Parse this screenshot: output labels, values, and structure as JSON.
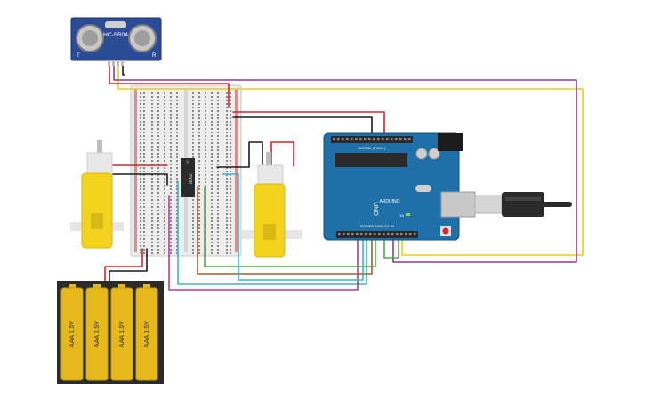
{
  "sensor": {
    "label": "HC-SR04",
    "pin_t": "T",
    "pin_r": "R"
  },
  "driver_chip": {
    "label": "L293D"
  },
  "arduino": {
    "brand": "ARDUINO",
    "model": "UNO",
    "header_top": "DIGITAL (PWM~)",
    "header_bottom": "POWER  ANALOG IN",
    "led_label": "ON"
  },
  "battery": {
    "cells": [
      {
        "label": "AAA 1.5V"
      },
      {
        "label": "AAA 1.5V"
      },
      {
        "label": "AAA 1.5V"
      },
      {
        "label": "AAA 1.5V"
      }
    ]
  },
  "colors": {
    "arduino_blue": "#1f6fa8",
    "motor_yellow": "#f3d31d",
    "battery_gold": "#e5b91b",
    "wire_red": "#d9232e",
    "wire_black": "#1b1b1b",
    "wire_yellow": "#e8cf1a",
    "wire_purple": "#8e3b91",
    "wire_cyan": "#3ab5c9",
    "wire_green": "#52a84a",
    "wire_brown": "#a0622d",
    "wire_magenta": "#c0398f"
  }
}
